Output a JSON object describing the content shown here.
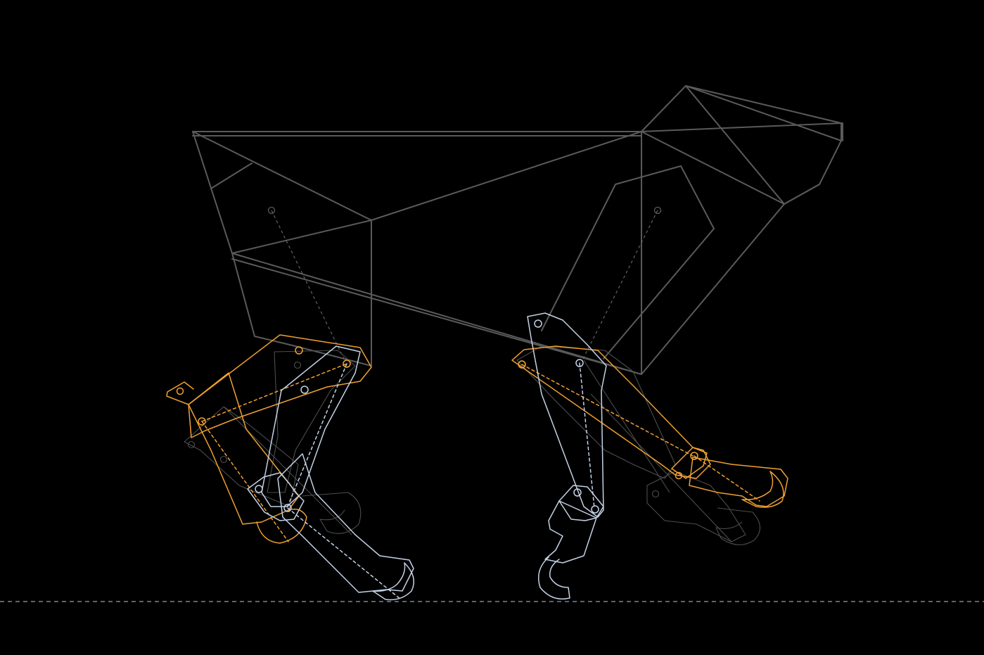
{
  "colors": {
    "background": "#000000",
    "body": "#5a5a5a",
    "body_inner": "#4a4a4a",
    "ghost_leg": "#4d4d4d",
    "leg_orange": "#f0a030",
    "leg_blue": "#c4d2e6",
    "ground": "#8fa0b4"
  },
  "diagram": {
    "subject": "quadruped-robot-gait-diagram",
    "poses": [
      "ghost",
      "orange",
      "blue"
    ]
  }
}
